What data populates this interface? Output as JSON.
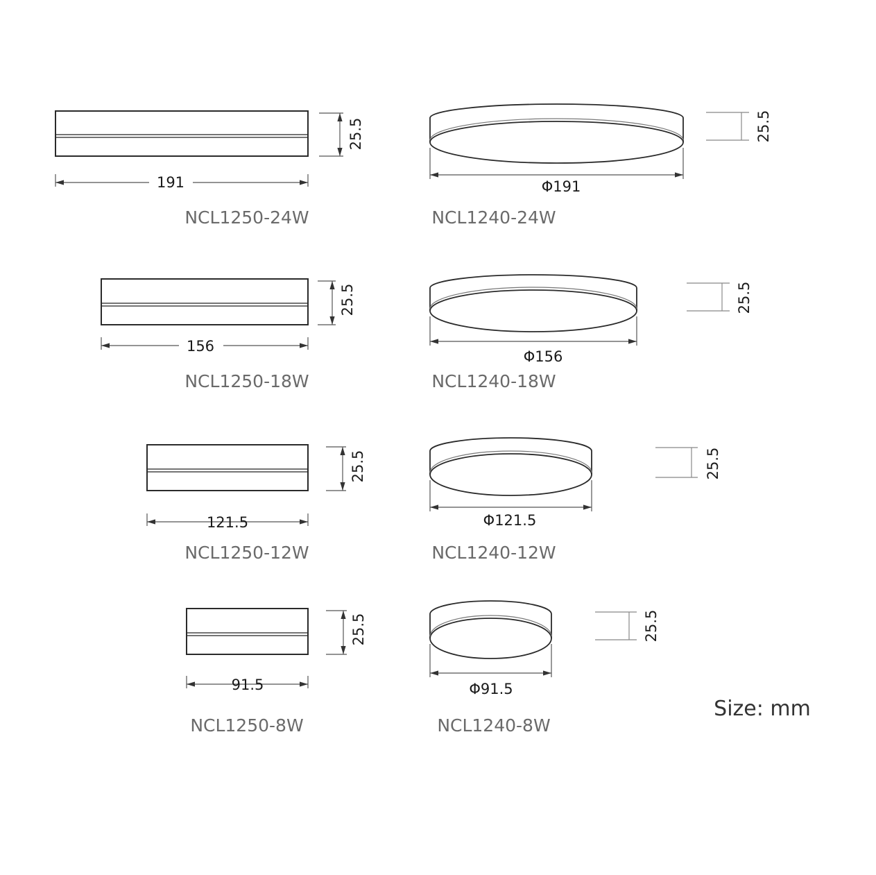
{
  "square_models": [
    {
      "model": "NCL1250-24W",
      "width_label": "191",
      "height_label": "25.5"
    },
    {
      "model": "NCL1250-18W",
      "width_label": "156",
      "height_label": "25.5"
    },
    {
      "model": "NCL1250-12W",
      "width_label": "121.5",
      "height_label": "25.5"
    },
    {
      "model": "NCL1250-8W",
      "width_label": "91.5",
      "height_label": "25.5"
    }
  ],
  "round_models": [
    {
      "model": "NCL1240-24W",
      "diameter_label": "Φ191",
      "height_label": "25.5"
    },
    {
      "model": "NCL1240-18W",
      "diameter_label": "Φ156",
      "height_label": "25.5"
    },
    {
      "model": "NCL1240-12W",
      "diameter_label": "Φ121.5",
      "height_label": "25.5"
    },
    {
      "model": "NCL1240-8W",
      "diameter_label": "Φ91.5",
      "height_label": "25.5"
    }
  ],
  "unit_note": "Size: mm",
  "colors": {
    "line": "#2a2a2a",
    "dim": "#555555",
    "model_text": "#6a6a6a"
  }
}
